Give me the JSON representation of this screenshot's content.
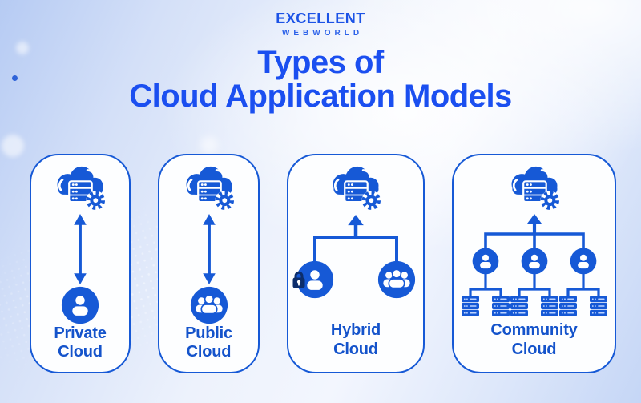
{
  "logo": {
    "name": "EXCELLENT",
    "tagline": "WEBWORLD"
  },
  "title": {
    "line1": "Types of",
    "line2": "Cloud Application Models"
  },
  "colors": {
    "primary_blue": "#1659d6",
    "title_blue": "#1b4ff0",
    "label_blue": "#1453cb",
    "lock_navy": "#0c2d6b",
    "card_background": "#fdfeff",
    "page_background_top": "#f3f6fe",
    "page_background_edge": "#b6cbf3"
  },
  "cards": [
    {
      "id": "private-cloud",
      "label": "Private Cloud",
      "lines": [
        "Private",
        "Cloud"
      ],
      "icons": [
        "cloud-server-gear-icon",
        "double-arrow-icon",
        "single-user-icon"
      ]
    },
    {
      "id": "public-cloud",
      "label": "Public Cloud",
      "lines": [
        "Public",
        "Cloud"
      ],
      "icons": [
        "cloud-server-gear-icon",
        "double-arrow-icon",
        "users-group-icon"
      ]
    },
    {
      "id": "hybrid-cloud",
      "label": "Hybrid Cloud",
      "lines": [
        "Hybrid",
        "Cloud"
      ],
      "icons": [
        "cloud-server-gear-icon",
        "up-arrow-icon",
        "locked-user-icon",
        "users-group-icon"
      ]
    },
    {
      "id": "community-cloud",
      "label": "Community Cloud",
      "lines": [
        "Community",
        "Cloud"
      ],
      "icons": [
        "cloud-server-gear-icon",
        "up-arrow-icon",
        "single-user-icon",
        "database-stack-icon"
      ]
    }
  ]
}
